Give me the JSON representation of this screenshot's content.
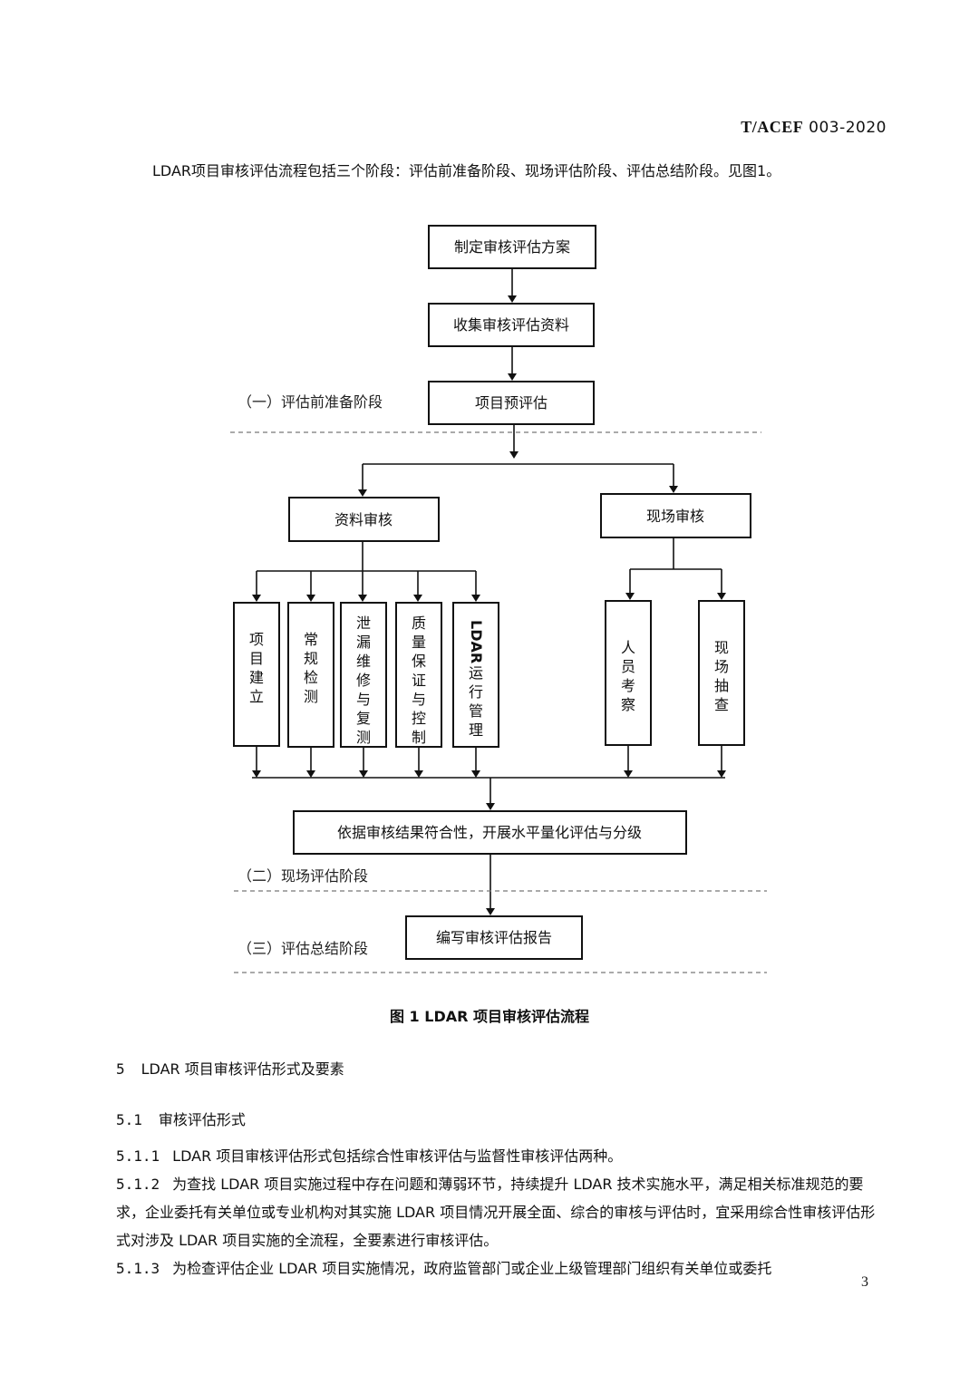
{
  "header": {
    "code_a": "T/ACEF",
    "code_b": "003-2020"
  },
  "intro": "LDAR项目审核评估流程包括三个阶段：评估前准备阶段、现场评估阶段、评估总结阶段。见图1。",
  "flow": {
    "box_plan": "制定审核评估方案",
    "box_collect": "收集审核评估资料",
    "box_pre": "项目预评估",
    "box_docs": "资料审核",
    "box_site": "现场审核",
    "sub_docs": [
      "项目建立",
      "常规检测",
      "泄漏维修与复测",
      "质量保证与控制"
    ],
    "sub_ldar": {
      "latin": "LDAR",
      "cjk": "运行管理"
    },
    "sub_site": [
      "人员考察",
      "现场抽查"
    ],
    "box_grade": "依据审核结果符合性，开展水平量化评估与分级",
    "box_report": "编写审核评估报告",
    "stage_1": "（一）评估前准备阶段",
    "stage_2": "（二）现场评估阶段",
    "stage_3": "（三）评估总结阶段"
  },
  "caption": "图 1   LDAR 项目审核评估流程",
  "section5": {
    "num": "5",
    "title": "LDAR 项目审核评估形式及要素"
  },
  "section51": {
    "num": "5.1",
    "title": "审核评估形式"
  },
  "paras": [
    {
      "num": "5.1.1",
      "text": "LDAR 项目审核评估形式包括综合性审核评估与监督性审核评估两种。"
    },
    {
      "num": "5.1.2",
      "text": "为查找 LDAR 项目实施过程中存在问题和薄弱环节，持续提升 LDAR 技术实施水平，满足相关标准规范的要求，企业委托有关单位或专业机构对其实施 LDAR 项目情况开展全面、综合的审核与评估时，宜采用综合性审核评估形式对涉及 LDAR 项目实施的全流程，全要素进行审核评估。"
    },
    {
      "num": "5.1.3",
      "text": "为检查评估企业 LDAR 项目实施情况，政府监管部门或企业上级管理部门组织有关单位或委托"
    }
  ],
  "page_number": "3"
}
